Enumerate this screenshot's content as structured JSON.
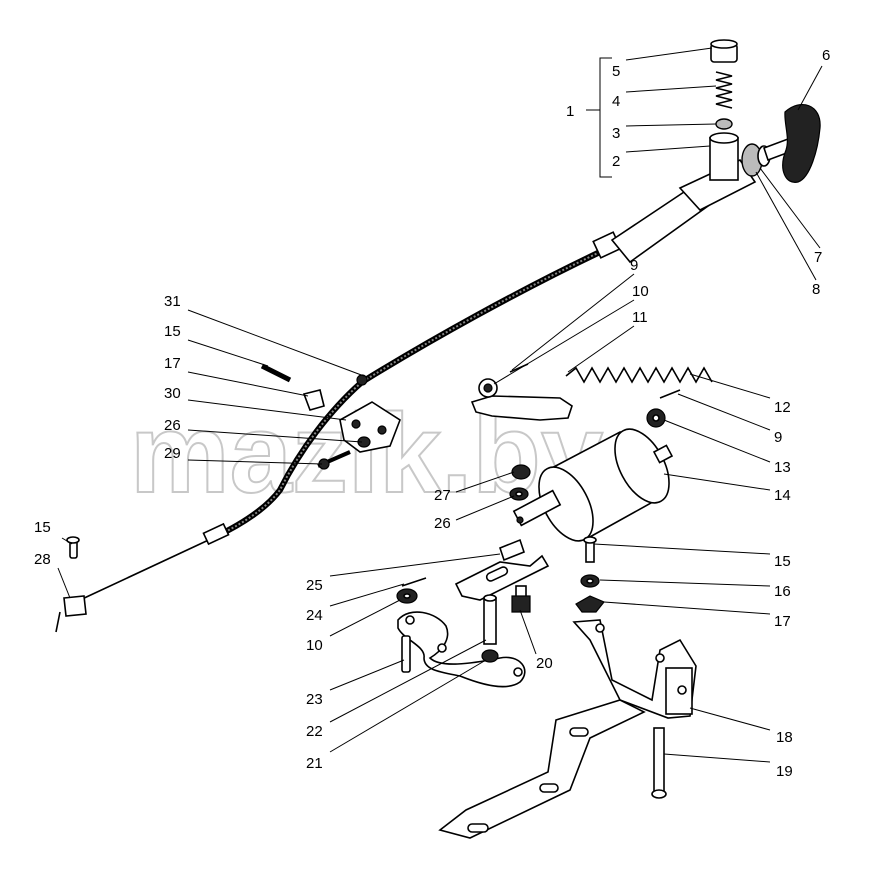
{
  "watermark": "mazik.by",
  "callouts": [
    {
      "id": "c1",
      "text": "1"
    },
    {
      "id": "c2",
      "text": "2"
    },
    {
      "id": "c3",
      "text": "3"
    },
    {
      "id": "c4",
      "text": "4"
    },
    {
      "id": "c5",
      "text": "5"
    },
    {
      "id": "c6",
      "text": "6"
    },
    {
      "id": "c7",
      "text": "7"
    },
    {
      "id": "c8",
      "text": "8"
    },
    {
      "id": "c9a",
      "text": "9"
    },
    {
      "id": "c10a",
      "text": "10"
    },
    {
      "id": "c11",
      "text": "11"
    },
    {
      "id": "c12",
      "text": "12"
    },
    {
      "id": "c9b",
      "text": "9"
    },
    {
      "id": "c13",
      "text": "13"
    },
    {
      "id": "c14",
      "text": "14"
    },
    {
      "id": "c31",
      "text": "31"
    },
    {
      "id": "c15a",
      "text": "15"
    },
    {
      "id": "c17a",
      "text": "17"
    },
    {
      "id": "c30",
      "text": "30"
    },
    {
      "id": "c26a",
      "text": "26"
    },
    {
      "id": "c29",
      "text": "29"
    },
    {
      "id": "c27",
      "text": "27"
    },
    {
      "id": "c26b",
      "text": "26"
    },
    {
      "id": "c15b",
      "text": "15"
    },
    {
      "id": "c28",
      "text": "28"
    },
    {
      "id": "c15c",
      "text": "15"
    },
    {
      "id": "c16",
      "text": "16"
    },
    {
      "id": "c17b",
      "text": "17"
    },
    {
      "id": "c25",
      "text": "25"
    },
    {
      "id": "c24",
      "text": "24"
    },
    {
      "id": "c10b",
      "text": "10"
    },
    {
      "id": "c20",
      "text": "20"
    },
    {
      "id": "c23",
      "text": "23"
    },
    {
      "id": "c22",
      "text": "22"
    },
    {
      "id": "c21",
      "text": "21"
    },
    {
      "id": "c18",
      "text": "18"
    },
    {
      "id": "c19",
      "text": "19"
    }
  ]
}
